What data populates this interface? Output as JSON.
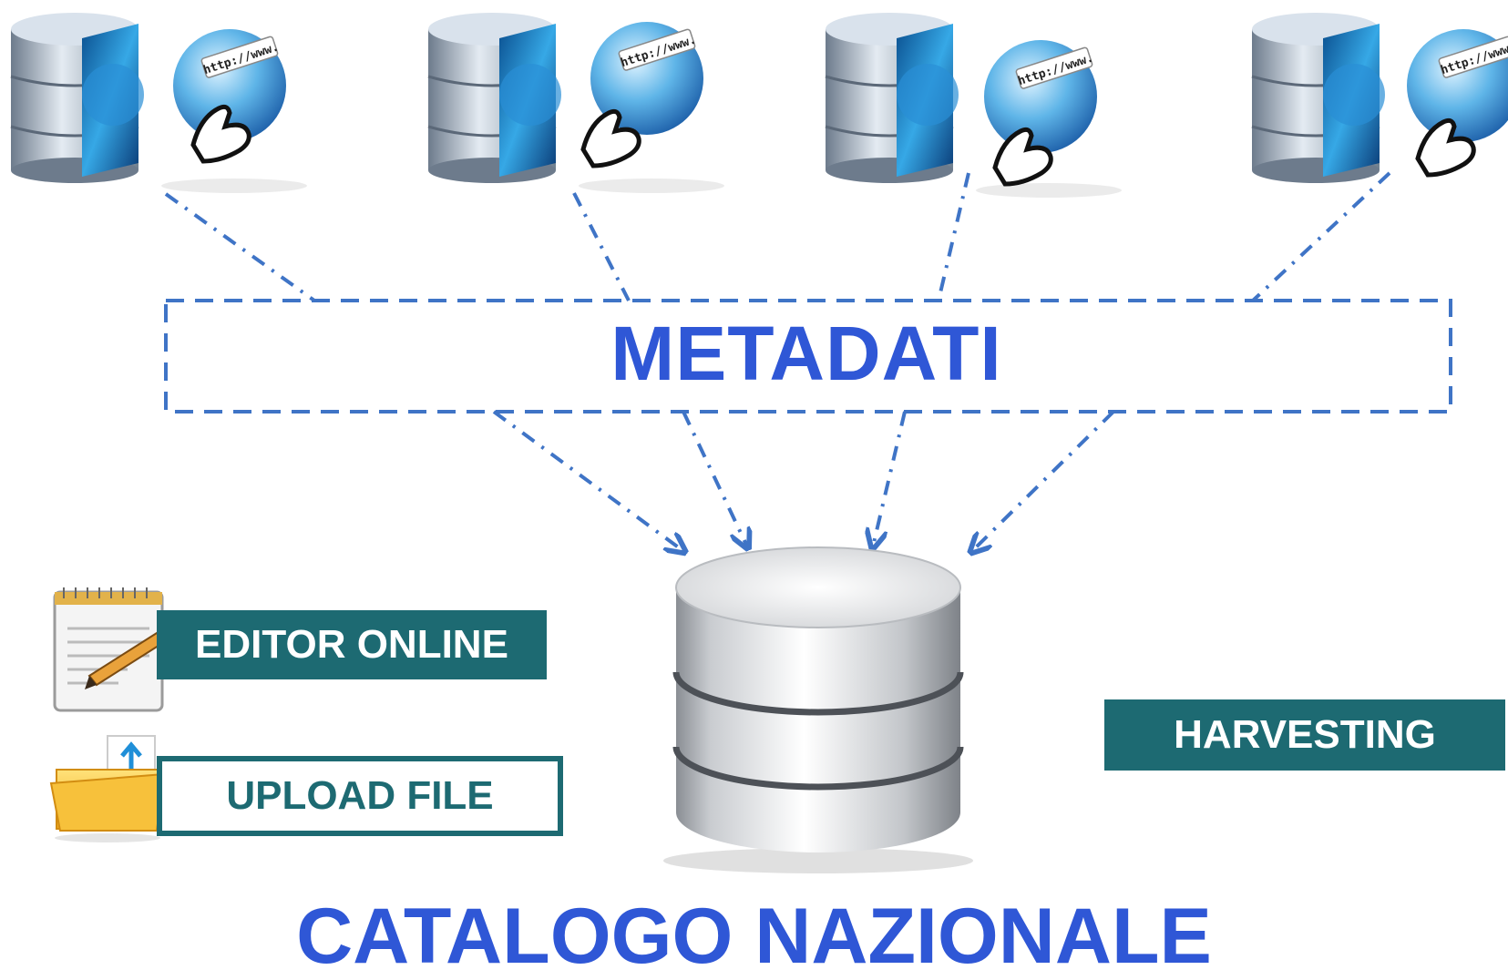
{
  "metadata_box": {
    "label": "METADATI"
  },
  "catalog": {
    "label": "CATALOGO NAZIONALE"
  },
  "inputs": {
    "editor_online": "EDITOR ONLINE",
    "upload_file": "UPLOAD FILE",
    "harvesting": "HARVESTING"
  },
  "sources": [
    {
      "database_icon": "database-globe-icon",
      "web_icon": "web-globe-click-icon",
      "url_text": "http://www."
    },
    {
      "database_icon": "database-globe-icon",
      "web_icon": "web-globe-click-icon",
      "url_text": "http://www."
    },
    {
      "database_icon": "database-globe-icon",
      "web_icon": "web-globe-click-icon",
      "url_text": "http://www."
    },
    {
      "database_icon": "database-globe-icon",
      "web_icon": "web-globe-click-icon",
      "url_text": "http://www."
    }
  ],
  "colors": {
    "title_blue": "#2f57d6",
    "connector_blue": "#3f74c6",
    "teal": "#1d6a72"
  }
}
